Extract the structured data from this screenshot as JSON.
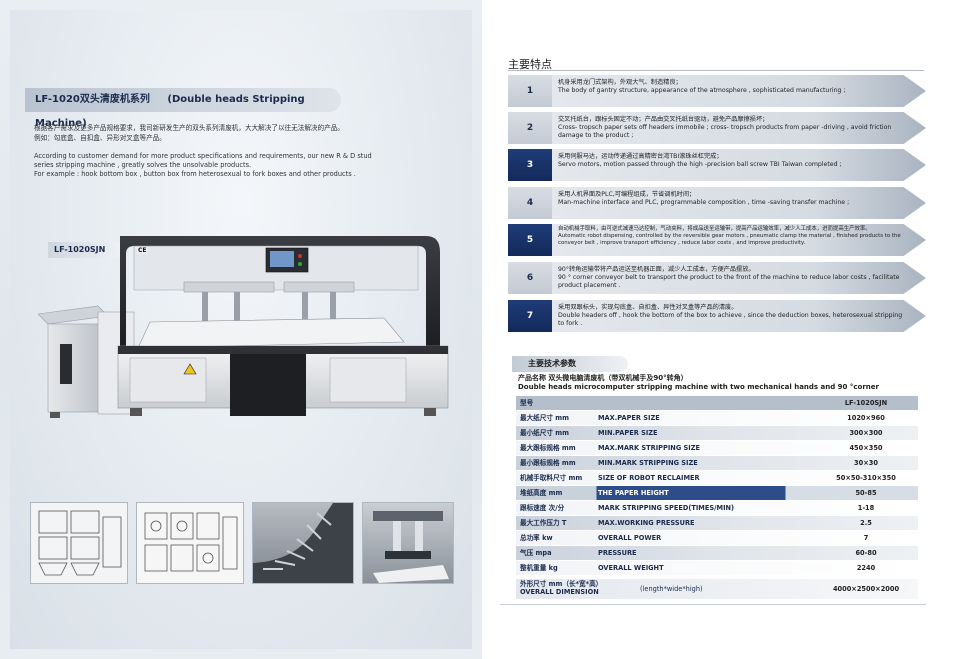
{
  "left": {
    "title_cn": "LF-1020双头清废机系列",
    "title_en": "(Double heads Stripping Machine)",
    "desc_cn_1": "根据客户需求及更多产品规格要求，我司新研发生产的双头系列清废机，大大解决了以往无法解决的产品。",
    "desc_cn_2": "例如：勾底盒、自扣盒、异形对叉盒等产品。",
    "desc_en_1": "According to customer demand for more product specifications and requirements, our new R & D stud",
    "desc_en_2": "series stripping machine , greatly solves the unsolvable products.",
    "desc_en_3": "For example : hook bottom box , button box from heterosexual to fork boxes and other products .",
    "model_label": "LF-1020SJN",
    "machine_mark": "CE"
  },
  "features_title": "主要特点",
  "features": [
    {
      "num": "1",
      "cn": "机身采用龙门式架构，外观大气、制造精良；",
      "en": "The body of gantry structure, appearance of the atmosphere , sophisticated manufacturing ;"
    },
    {
      "num": "2",
      "cn": "交叉托纸台，跟标头固定不动；产品由交叉托纸台驱动，避免产品摩擦损坏；",
      "en": "Cross- tropsch paper sets off headers immobile ; cross- tropsch products from paper -driving , avoid friction damage to the product ;"
    },
    {
      "num": "3",
      "cn": "采用伺服马达，运动传递通过高精密台湾TBI滚珠丝杠完成；",
      "en": "Servo motors, motion passed through the high -precision ball screw TBI Taiwan completed ;"
    },
    {
      "num": "4",
      "cn": "采用人机界面及PLC,可编程组成，节省调机时间；",
      "en": "Man-machine interface and PLC, programmable composition , time -saving transfer machine ;"
    },
    {
      "num": "5",
      "cn": "自动机械手取料，由可逆式减速马达控制，气动夹料，将成品送至运输带，提高产品运输效率，减少人工成本，进而提高生产效率。",
      "en": "Automatic robot dispensing, controlled by the reversible gear motors , pneumatic clamp the material , finished products to the conveyor belt , improve transport efficiency , reduce labor costs , and improve productivity."
    },
    {
      "num": "6",
      "cn": "90°转角运输带将产品运送至机器正面，减少人工成本，方便产品摆放。",
      "en": "90 ° corner conveyor belt to transport the product to the front of the machine to reduce labor costs , facilitate product placement ."
    },
    {
      "num": "7",
      "cn": "采用双跟标头，实现勾底盒、自扣盒、异性对叉盒等产品的清废。",
      "en": "Double headers off , hook the bottom of the box to achieve , since the deduction boxes, heterosexual stripping to fork ."
    }
  ],
  "specs": {
    "head": "主要技术参数",
    "product_cn": "产品名称   双头微电脑清废机（带双机械手及90°转角）",
    "product_en": "Double heads microcomputer stripping machine with two mechanical hands and 90 °corner",
    "header": {
      "c1": "型号",
      "c2": "",
      "c3": "LF-1020SJN"
    },
    "rows": [
      {
        "c1": "最大纸尺寸 mm",
        "c2": "MAX.PAPER SIZE",
        "c3": "1020×960"
      },
      {
        "c1": "最小纸尺寸 mm",
        "c2": "MIN.PAPER SIZE",
        "c3": "300×300"
      },
      {
        "c1": "最大跟标规格 mm",
        "c2": "MAX.MARK STRIPPING SIZE",
        "c3": "450×350"
      },
      {
        "c1": "最小跟标规格 mm",
        "c2": "MIN.MARK STRIPPING SIZE",
        "c3": "30×30"
      },
      {
        "c1": "机械手取料尺寸 mm",
        "c2": "SIZE OF ROBOT  RECLAIMER",
        "c3": "50×50-310×350"
      },
      {
        "c1": "堆纸高度 mm",
        "c2": "THE PAPER HEIGHT",
        "c3": "50-85"
      },
      {
        "c1": "跟标速度 次/分",
        "c2": "MARK STRIPPING SPEED(TIMES/MIN)",
        "c3": "1-18"
      },
      {
        "c1": "最大工作压力 T",
        "c2": "MAX.WORKING PRESSURE",
        "c3": "2.5"
      },
      {
        "c1": "总功率 kw",
        "c2": "OVERALL POWER",
        "c3": "7"
      },
      {
        "c1": "气压 mpa",
        "c2": "PRESSURE",
        "c3": "60-80"
      },
      {
        "c1": "整机重量 kg",
        "c2": "OVERALL WEIGHT",
        "c3": "2240"
      }
    ],
    "last": {
      "c1a": "外形尺寸 mm（长*宽*高）",
      "c1b": "OVERALL DIMENSION",
      "c2": "(length*wide*high)",
      "c3": "4000×2500×2000"
    }
  }
}
